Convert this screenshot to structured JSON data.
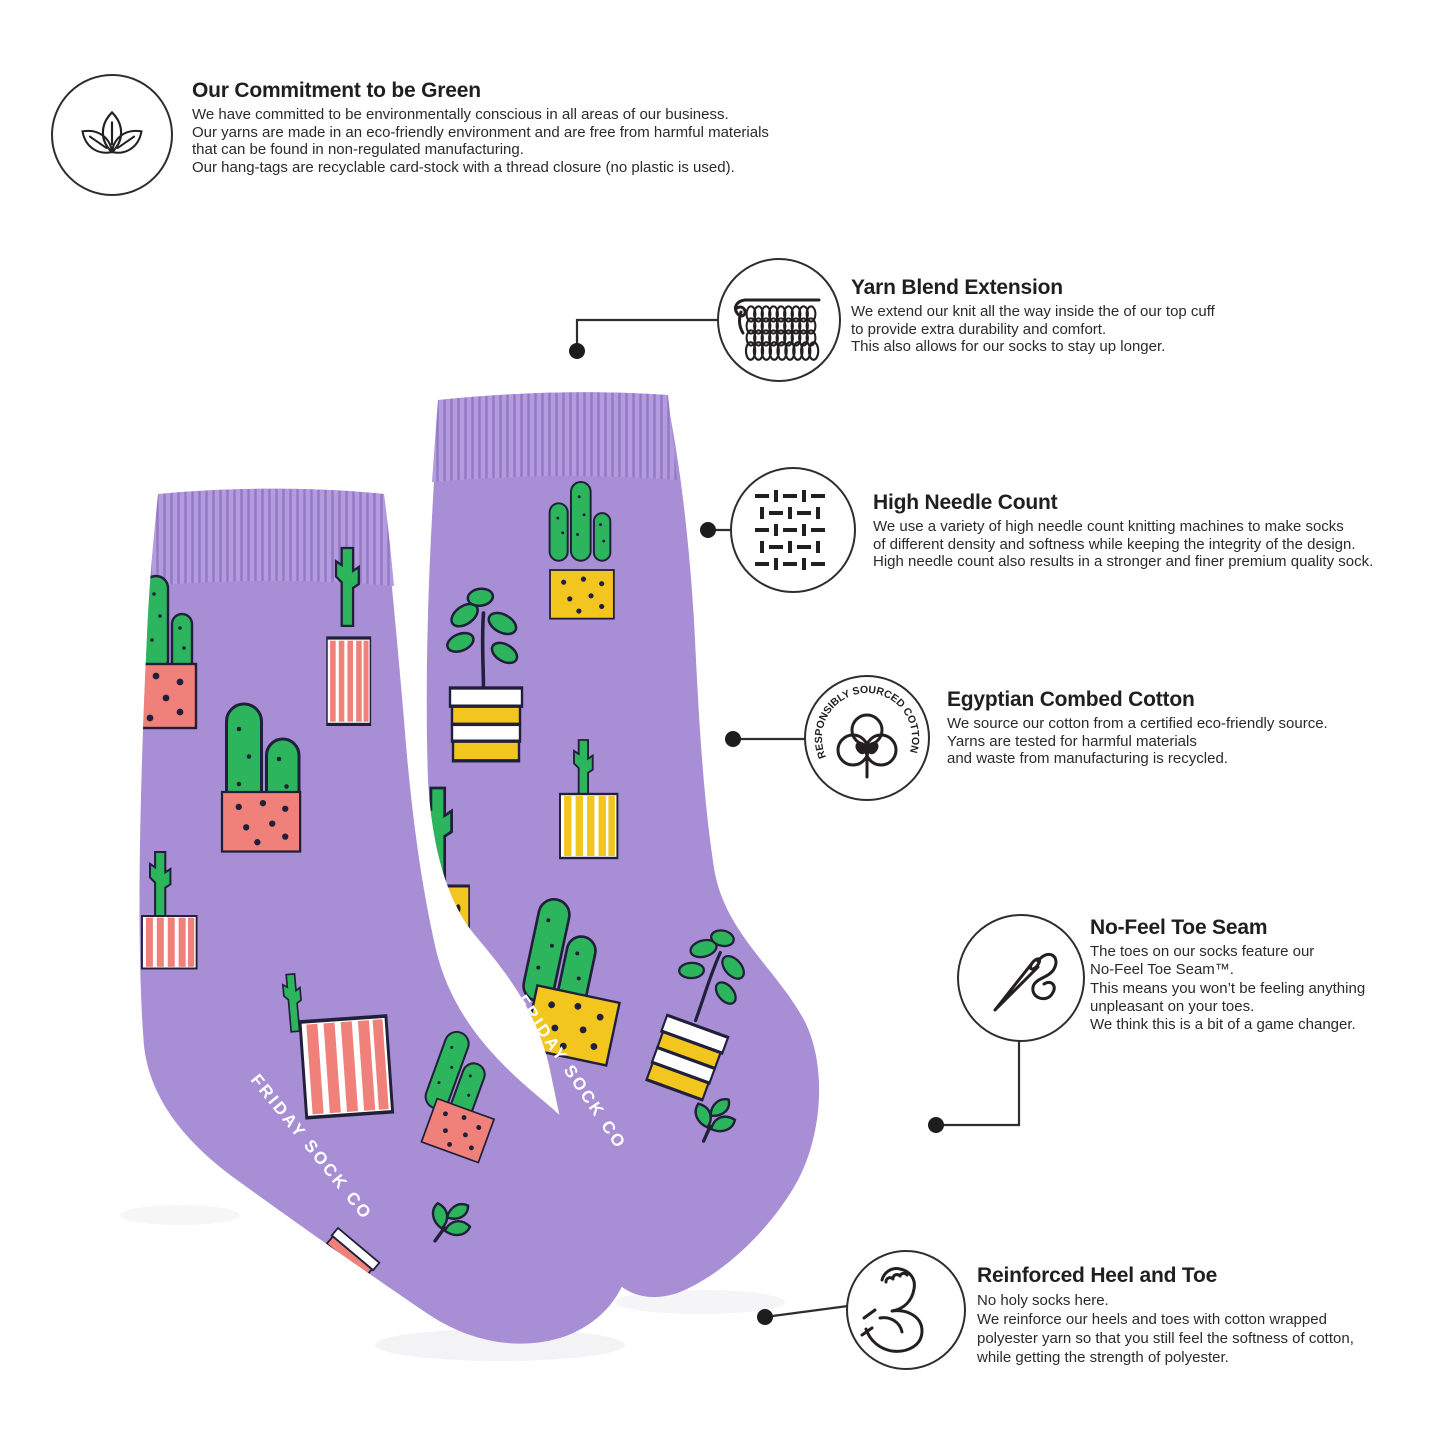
{
  "page": {
    "background": "#ffffff"
  },
  "colors": {
    "text": "#1f1f1f",
    "line": "#2e2e2e",
    "purple": "#a88ed5",
    "cuff": "#b29cdf",
    "green": "#2db55d",
    "coral": "#f0807a",
    "yellow": "#f2c51f",
    "navy": "#20203a",
    "white": "#ffffff"
  },
  "sock_text": "FRIDAY SOCK CO",
  "sections": [
    {
      "id": "green",
      "icon": "leaves-icon",
      "title": "Our Commitment to be Green",
      "lines": [
        "We have committed to be environmentally conscious in all areas of our business.",
        "Our yarns are made in an eco-friendly environment and are free from harmful materials",
        "that can be found in non-regulated manufacturing.",
        "Our hang-tags are recyclable card-stock with a thread closure (no plastic is used)."
      ]
    },
    {
      "id": "yarn",
      "icon": "knitting-icon",
      "title": "Yarn Blend Extension",
      "lines": [
        "We extend our knit all the way inside the of our top cuff",
        "to provide extra durability and comfort.",
        "This also allows for our socks to stay up longer."
      ]
    },
    {
      "id": "needle",
      "icon": "stitch-pattern-icon",
      "title": "High Needle Count",
      "lines": [
        "We use a variety of high needle count knitting machines to make socks",
        "of different density and softness while keeping the integrity of the design.",
        "High needle count also results in a stronger and finer premium quality sock."
      ]
    },
    {
      "id": "cotton",
      "icon": "cotton-boll-icon",
      "title": "Egyptian Combed Cotton",
      "badge_text": "RESPONSIBLY SOURCED COTTON",
      "lines": [
        "We source our cotton from a certified eco-friendly source.",
        "Yarns are tested for harmful materials",
        "and waste from manufacturing is recycled."
      ]
    },
    {
      "id": "toeseam",
      "icon": "needle-thread-icon",
      "title": "No-Feel Toe Seam",
      "lines": [
        "The toes on our socks feature our",
        "No-Feel Toe Seam™.",
        "This means you won’t be feeling anything",
        "unpleasant on your toes.",
        "We think this is a bit of a game changer."
      ]
    },
    {
      "id": "heel",
      "icon": "bicep-icon",
      "title": "Reinforced Heel and Toe",
      "lines": [
        "No holy socks here.",
        "We reinforce our heels and toes with cotton wrapped",
        "polyester yarn so that you still feel the softness of cotton,",
        "while getting the strength of polyester."
      ]
    }
  ]
}
